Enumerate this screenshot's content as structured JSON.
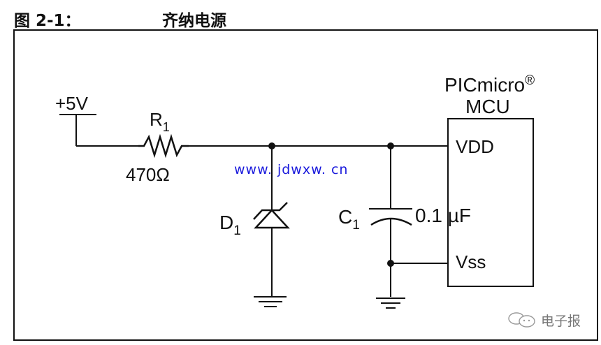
{
  "figure": {
    "number": "图 2-1：",
    "title": "齐纳电源"
  },
  "schematic": {
    "supply_label": "+5V",
    "resistor": {
      "ref": "R",
      "ref_sub": "1",
      "value": "470Ω"
    },
    "zener": {
      "ref": "D",
      "ref_sub": "1"
    },
    "capacitor": {
      "ref": "C",
      "ref_sub": "1",
      "value": "0.1 µF"
    },
    "mcu": {
      "name_line1": "PICmicro",
      "registered": "®",
      "name_line2": "MCU",
      "pin_vdd": "VDD",
      "pin_vss": "Vss"
    },
    "overlay_url": "www. jdwxw. cn",
    "overlay_color": "#1a1adc"
  },
  "watermark": {
    "icon": "wechat-icon",
    "text": "电子报"
  }
}
